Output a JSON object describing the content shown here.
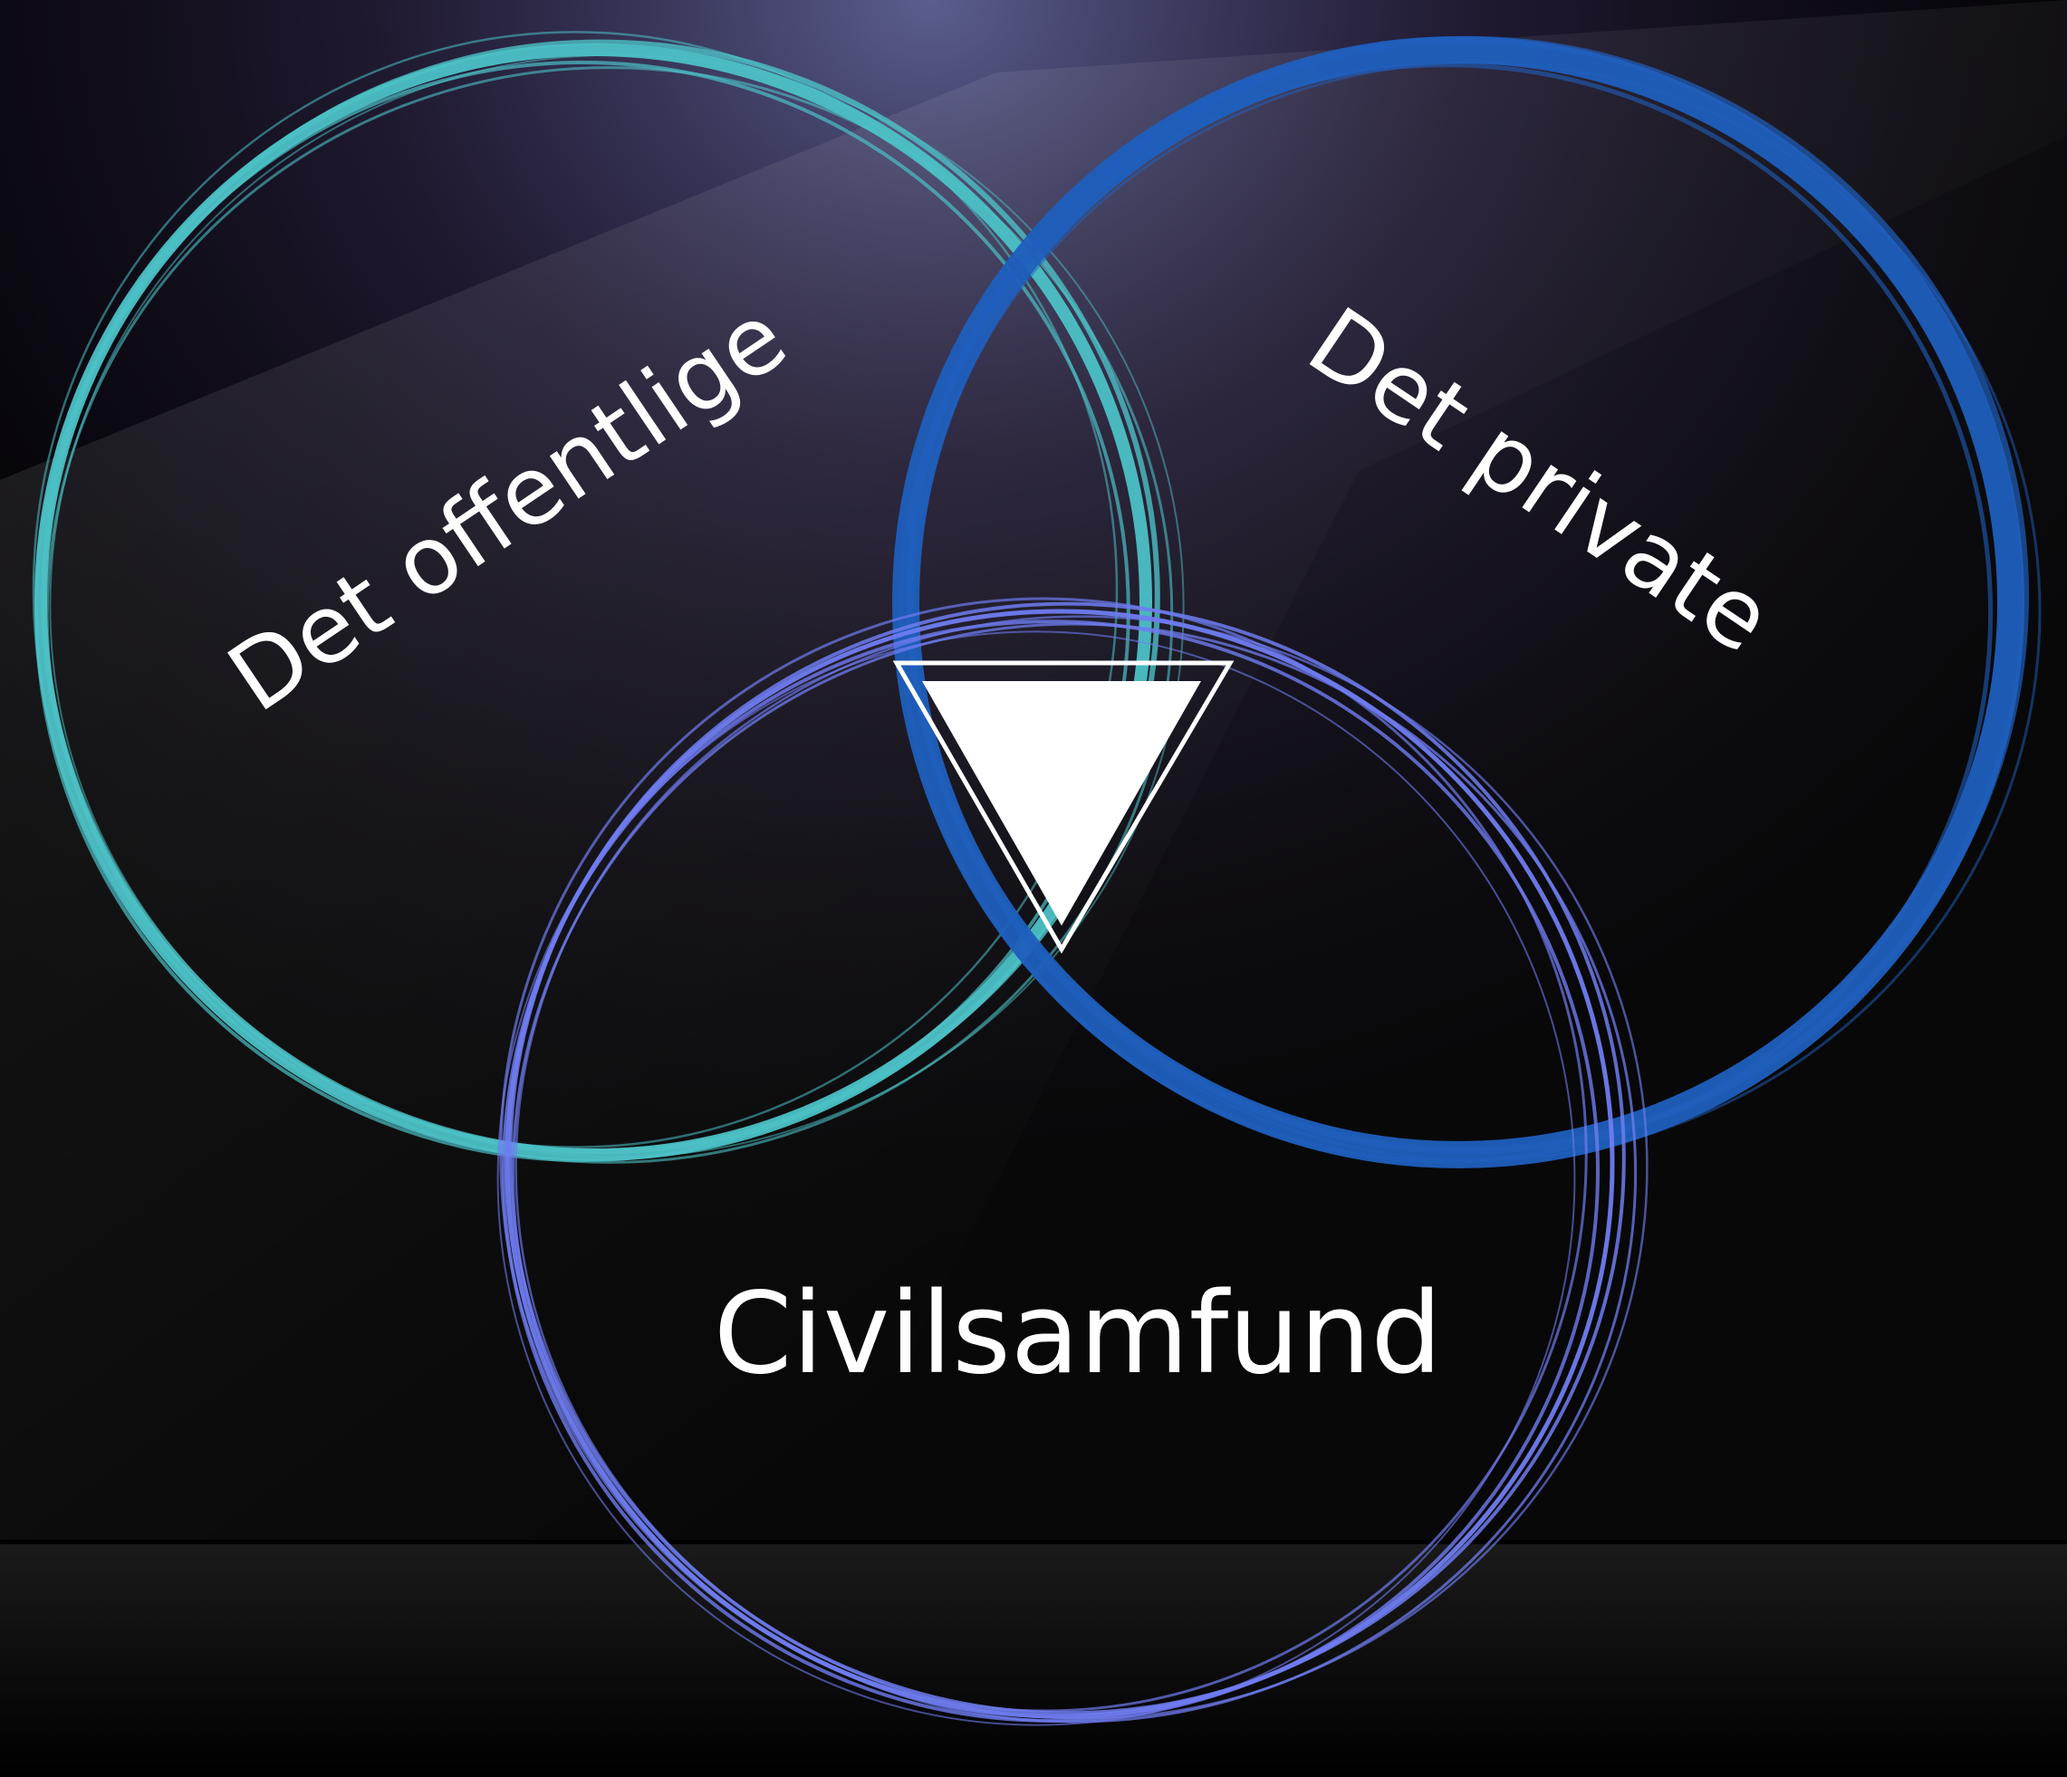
{
  "diagram": {
    "circles": [
      {
        "id": "public",
        "label": "Det offentlige",
        "color": "#4cc1c6"
      },
      {
        "id": "private",
        "label": "Det private",
        "color": "#1f5fbd"
      },
      {
        "id": "civil",
        "label": "Civilsamfund",
        "color": "#6f7cf0"
      }
    ],
    "center_marker": {
      "shape": "inverted-triangle",
      "color": "#ffffff"
    },
    "colors": {
      "background": "#000000",
      "highlight": "#4a4f78"
    }
  }
}
